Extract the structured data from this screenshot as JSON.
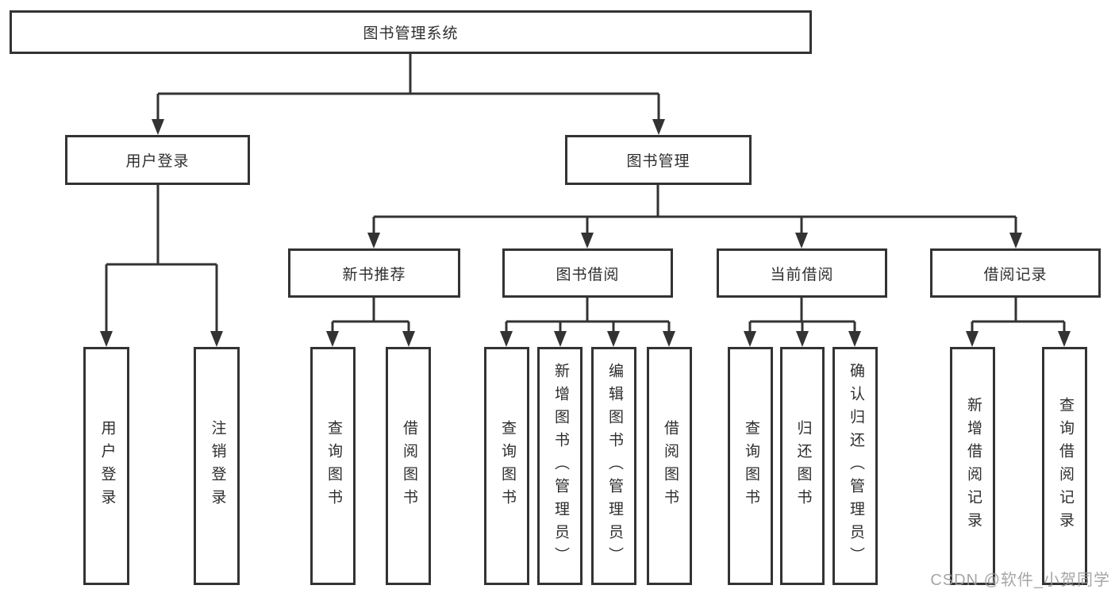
{
  "diagram": {
    "root": "图书管理系统",
    "level2": {
      "user_login": "用户登录",
      "book_mgmt": "图书管理"
    },
    "level3": {
      "new_book": "新书推荐",
      "book_borrow": "图书借阅",
      "current_borrow": "当前借阅",
      "borrow_records": "借阅记录"
    },
    "leaves": {
      "user_login": [
        "用户登录",
        "注销登录"
      ],
      "new_book": [
        "查询图书",
        "借阅图书"
      ],
      "book_borrow": [
        "查询图书",
        "新增图书（管理员）",
        "编辑图书（管理员）",
        "借阅图书"
      ],
      "current_borrow": [
        "查询图书",
        "归还图书",
        "确认归还（管理员）"
      ],
      "borrow_records": [
        "新增借阅记录",
        "查询借阅记录"
      ]
    }
  },
  "watermark": "CSDN @软件_小贺同学",
  "colors": {
    "line": "#333333",
    "text": "#2e2e2e",
    "background": "#ffffff",
    "watermark": "#9a9a9a"
  }
}
